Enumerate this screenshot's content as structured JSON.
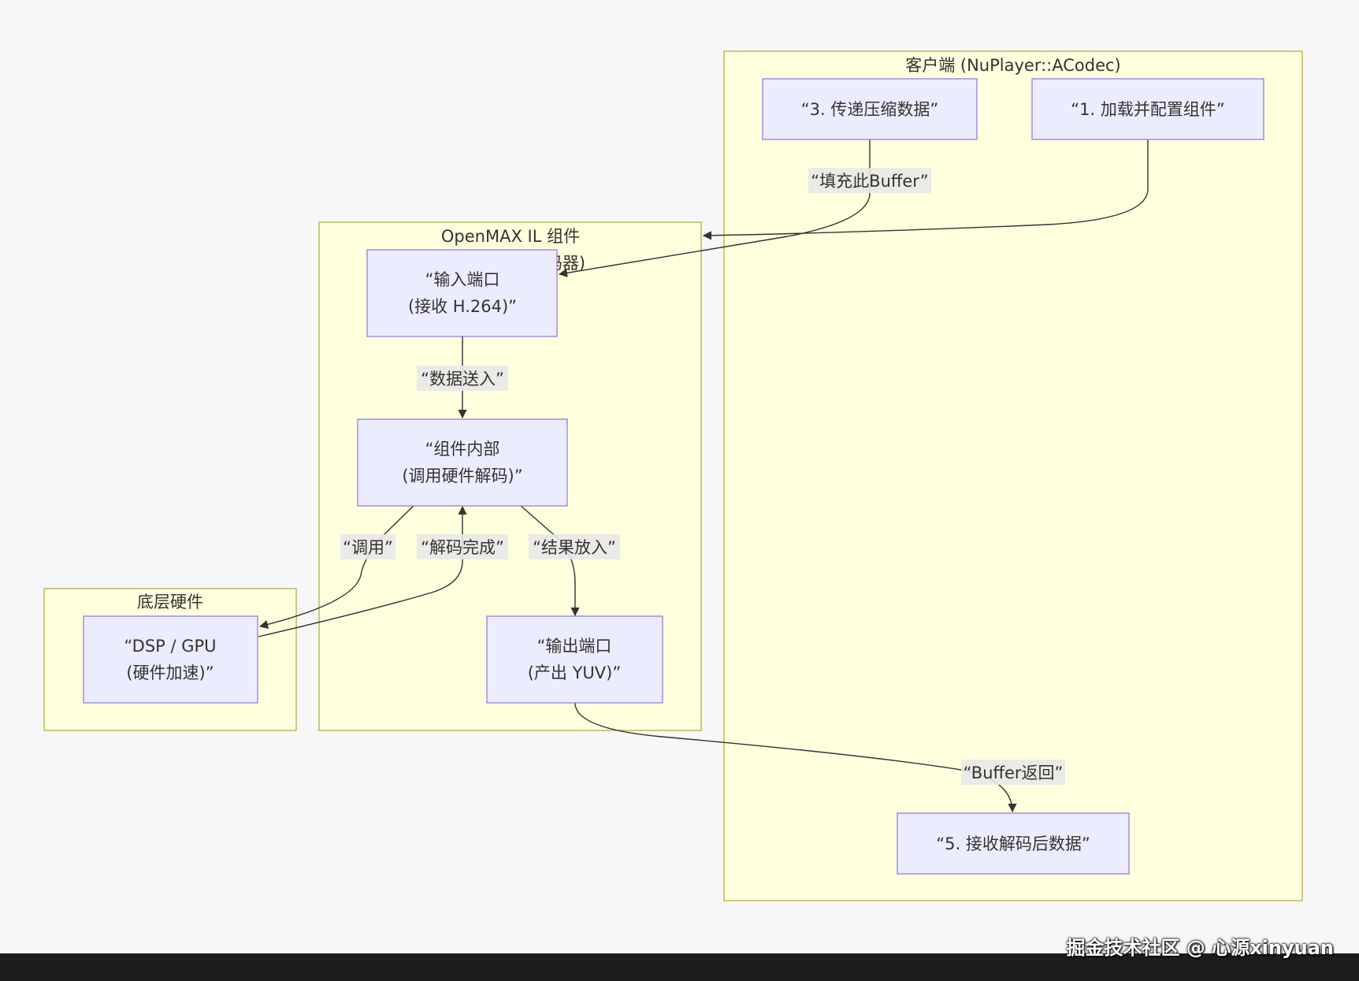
{
  "clusters": {
    "client": "客户端 (NuPlayer::ACodec)",
    "omx": "OpenMAX IL 组件",
    "omx_hidden_suffix": "码器)",
    "hardware": "底层硬件"
  },
  "nodes": {
    "step3": "“3. 传递压缩数据”",
    "step1": "“1. 加载并配置组件”",
    "input_port_1": "“输入端口",
    "input_port_2": "(接收 H.264)”",
    "internal_1": "“组件内部",
    "internal_2": "(调用硬件解码)”",
    "output_port_1": "“输出端口",
    "output_port_2": "(产出 YUV)”",
    "dsp_1": "“DSP / GPU",
    "dsp_2": "(硬件加速)”",
    "step5": "“5. 接收解码后数据”"
  },
  "edge_labels": {
    "fill_buffer": "“填充此Buffer”",
    "data_in": "“数据送入”",
    "invoke": "“调用”",
    "decode_done": "“解码完成”",
    "result_in": "“结果放入”",
    "buffer_return": "“Buffer返回”"
  },
  "watermark": "掘金技术社区 @ 心源xinyuan",
  "colors": {
    "cluster_fill": "#ffffde",
    "cluster_border": "#aaaa33",
    "node_fill": "#ececff",
    "node_border": "#9370db",
    "edge": "#333333"
  }
}
